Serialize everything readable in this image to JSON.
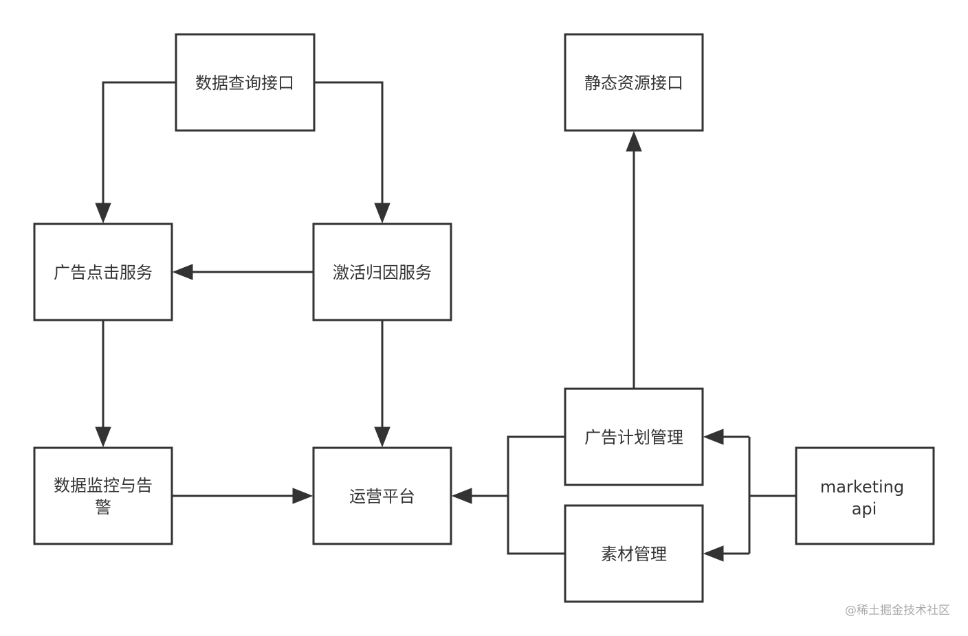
{
  "nodes": {
    "data_query_api": "数据查询接口",
    "static_resource_api": "静态资源接口",
    "ad_click_service": "广告点击服务",
    "activation_attribution_service": "激活归因服务",
    "data_monitor_alert": [
      "数据监控与告",
      "警"
    ],
    "operation_platform": "运营平台",
    "ad_plan_management": "广告计划管理",
    "material_management": "素材管理",
    "marketing_api": [
      "marketing",
      "api"
    ]
  },
  "watermark": "@稀土掘金技术社区",
  "colors": {
    "stroke": "#333333",
    "fill": "#ffffff",
    "watermark": "#aaaaaa"
  }
}
